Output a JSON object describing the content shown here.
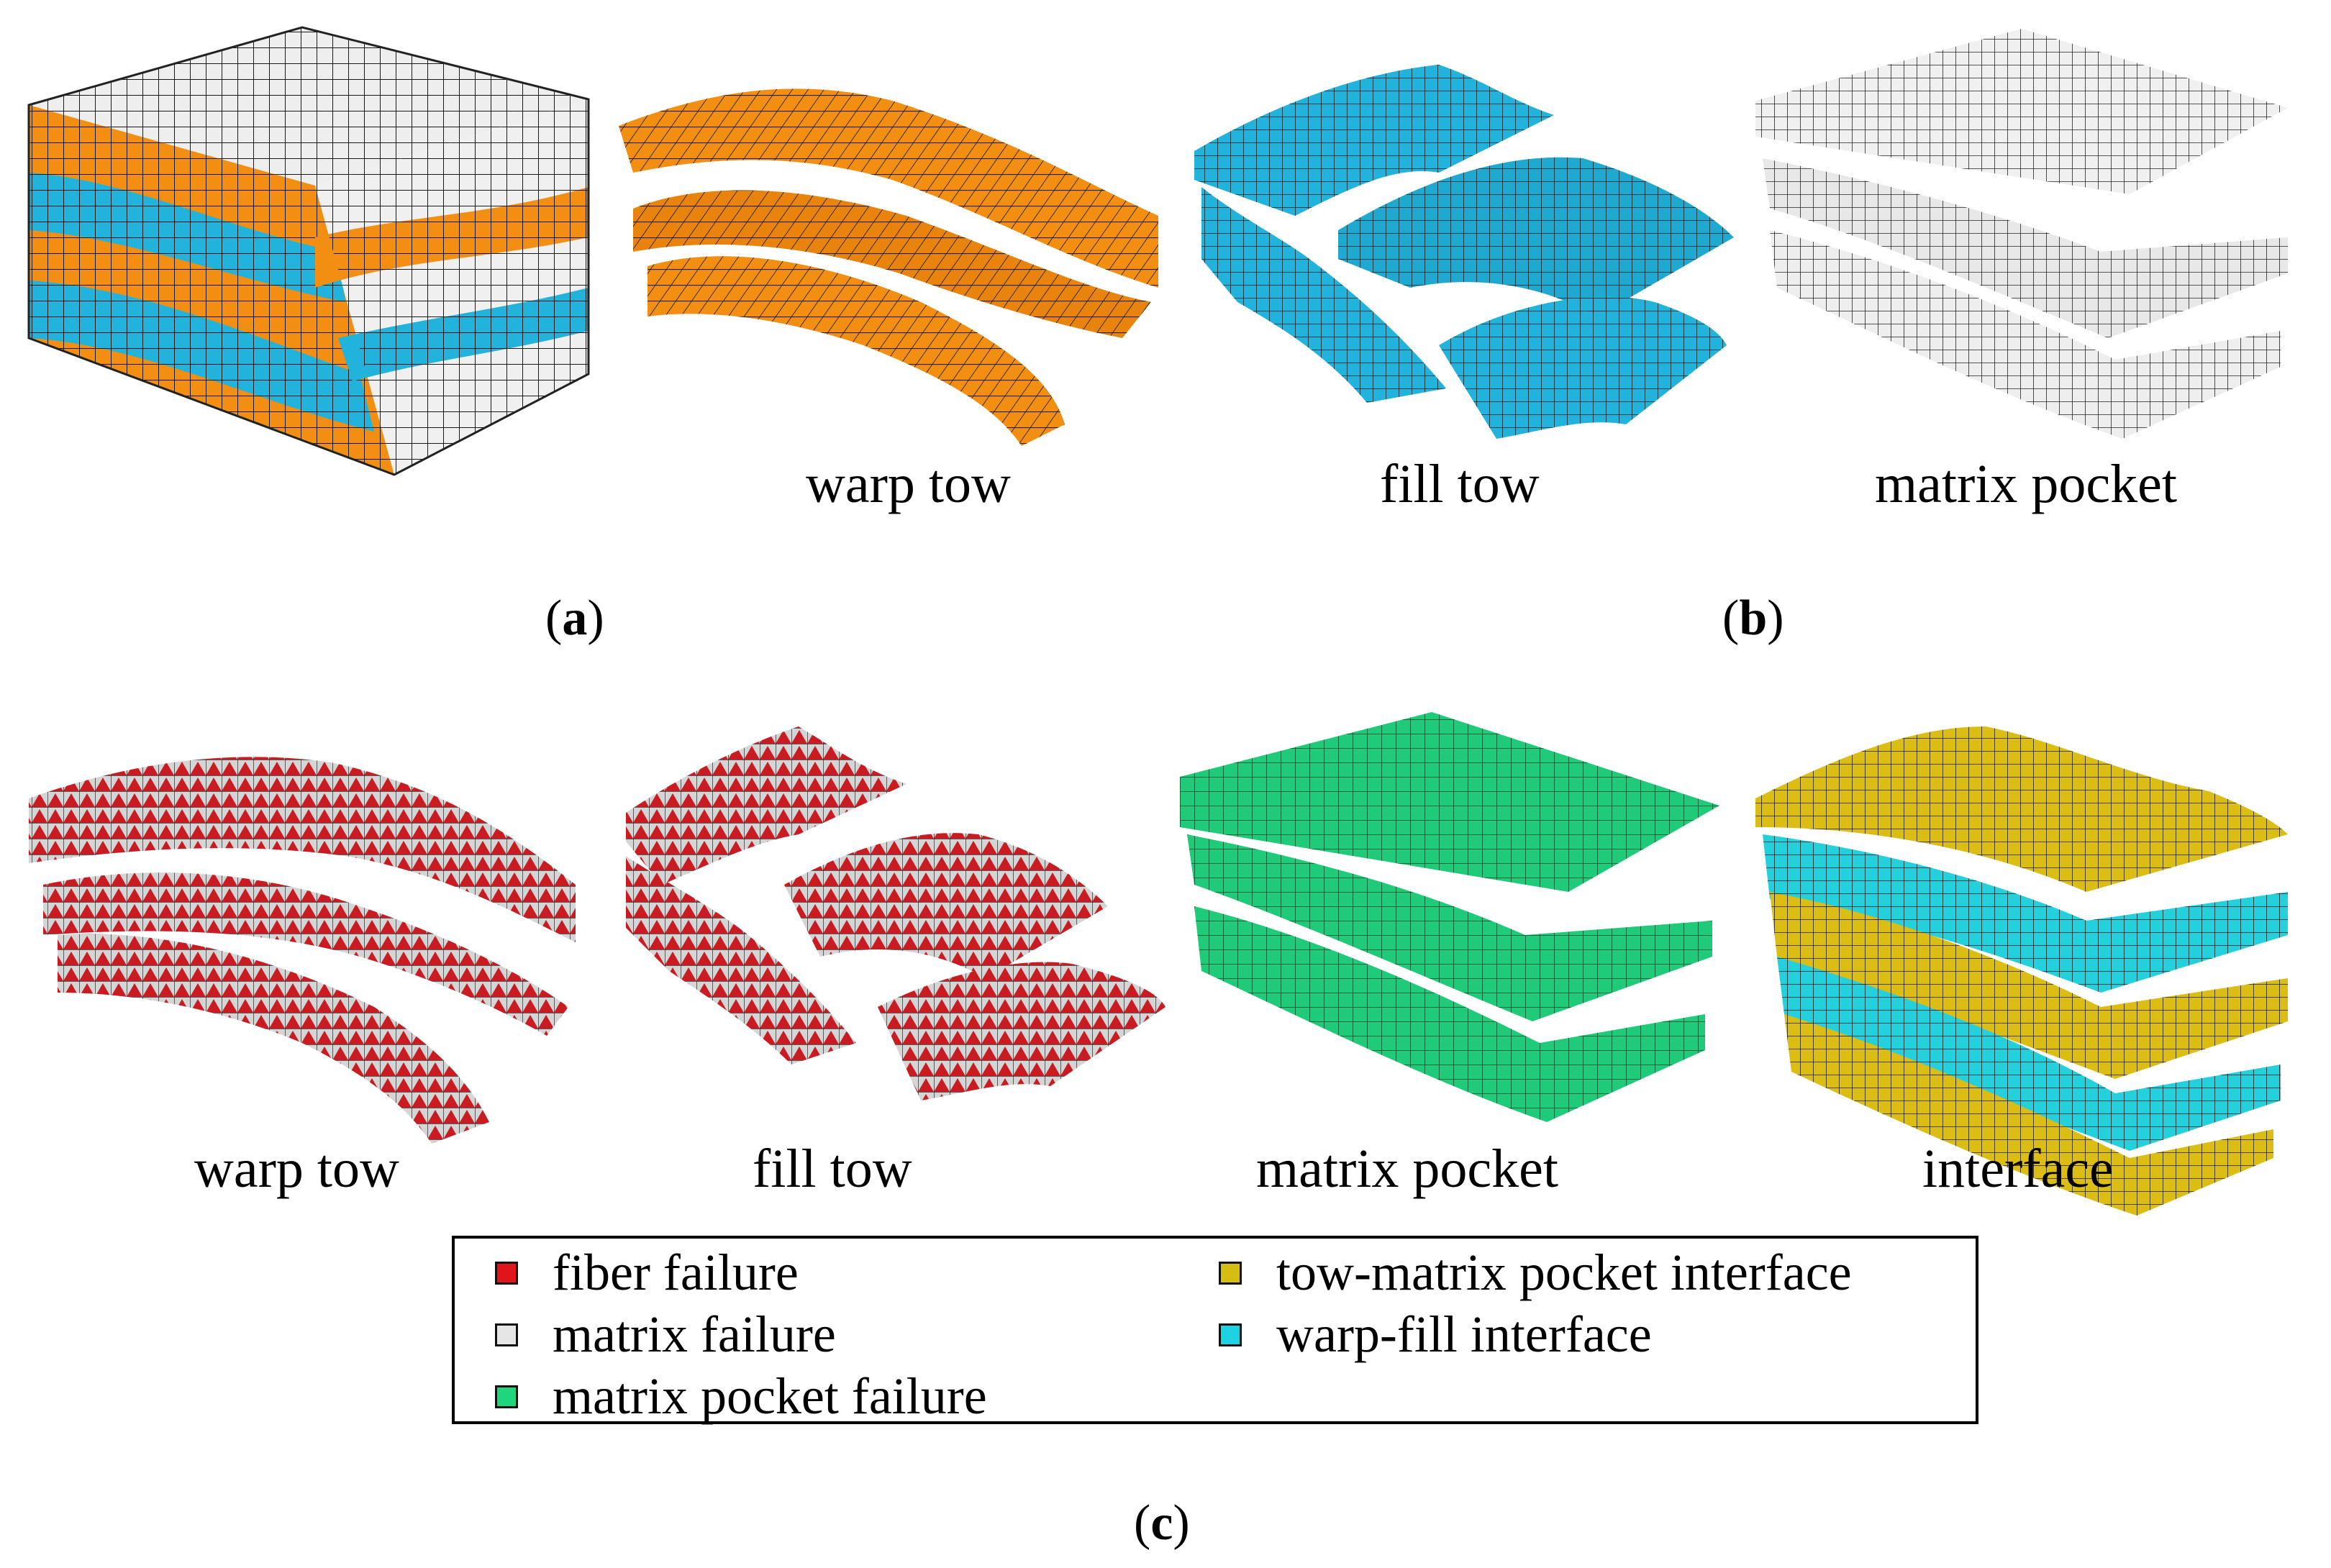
{
  "top_captions": {
    "warp": "warp tow",
    "fill": "fill tow",
    "matrix": "matrix pocket"
  },
  "bottom_captions": {
    "warp": "warp tow",
    "fill": "fill tow",
    "matrix": "matrix pocket",
    "interface": "interface"
  },
  "subfigure_labels": {
    "a": "a",
    "b": "b",
    "c": "c"
  },
  "legend": {
    "items": [
      {
        "label": "fiber failure",
        "color": "#e0141a"
      },
      {
        "label": "matrix failure",
        "color": "#e6e6e6"
      },
      {
        "label": "matrix pocket failure",
        "color": "#1fd67c"
      },
      {
        "label": "tow-matrix pocket interface",
        "color": "#d6bd12"
      },
      {
        "label": "warp-fill interface",
        "color": "#1ed3e0"
      }
    ]
  },
  "colors": {
    "warp_tow": "#f28f12",
    "fill_tow": "#21b3db",
    "matrix_pocket": "#f0f0f0",
    "fiber_failure": "#cf1c24",
    "matrix_pocket_failure": "#1ecb78",
    "tow_matrix_interface": "#dcbd14",
    "warp_fill_interface": "#24d0dc"
  }
}
